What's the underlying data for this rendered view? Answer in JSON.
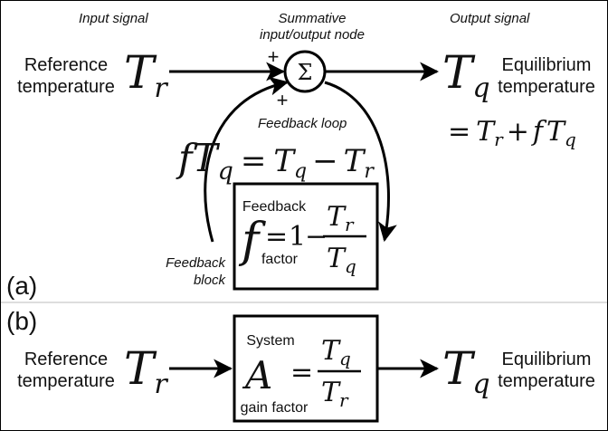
{
  "panel_a": {
    "panel_label": "(a)",
    "heading_input": "Input signal",
    "heading_node_line1": "Summative",
    "heading_node_line2": "input/output node",
    "heading_output": "Output signal",
    "reference_line1": "Reference",
    "reference_line2": "temperature",
    "tr_main": "T",
    "tr_sub": "r",
    "node_symbol": "Σ",
    "plus_top": "+",
    "plus_bottom": "+",
    "tq_main": "T",
    "tq_sub": "q",
    "equilibrium_line1": "Equilibrium",
    "equilibrium_line2": "temperature",
    "output_equation": {
      "eq": "=",
      "t1": "T",
      "s1": "r",
      "plus": "+",
      "f": "f",
      "t2": "T",
      "s2": "q"
    },
    "feedback_loop_label": "Feedback loop",
    "loop_equation": {
      "f": "f",
      "t1": "T",
      "s1": "q",
      "eq": "=",
      "t2": "T",
      "s2": "q",
      "minus": "−",
      "t3": "T",
      "s3": "r"
    },
    "block": {
      "label_top": "Feedback",
      "label_bottom": "factor",
      "f": "f",
      "eq": "=",
      "one": "1",
      "minus": "−",
      "num_t": "T",
      "num_s": "r",
      "den_t": "T",
      "den_s": "q"
    },
    "feedback_block_line1": "Feedback",
    "feedback_block_line2": "block"
  },
  "panel_b": {
    "panel_label": "(b)",
    "reference_line1": "Reference",
    "reference_line2": "temperature",
    "tr_main": "T",
    "tr_sub": "r",
    "block": {
      "label_top": "System",
      "label_bottom": "gain factor",
      "a": "A",
      "eq": "=",
      "num_t": "T",
      "num_s": "q",
      "den_t": "T",
      "den_s": "r"
    },
    "tq_main": "T",
    "tq_sub": "q",
    "equilibrium_line1": "Equilibrium",
    "equilibrium_line2": "temperature"
  }
}
